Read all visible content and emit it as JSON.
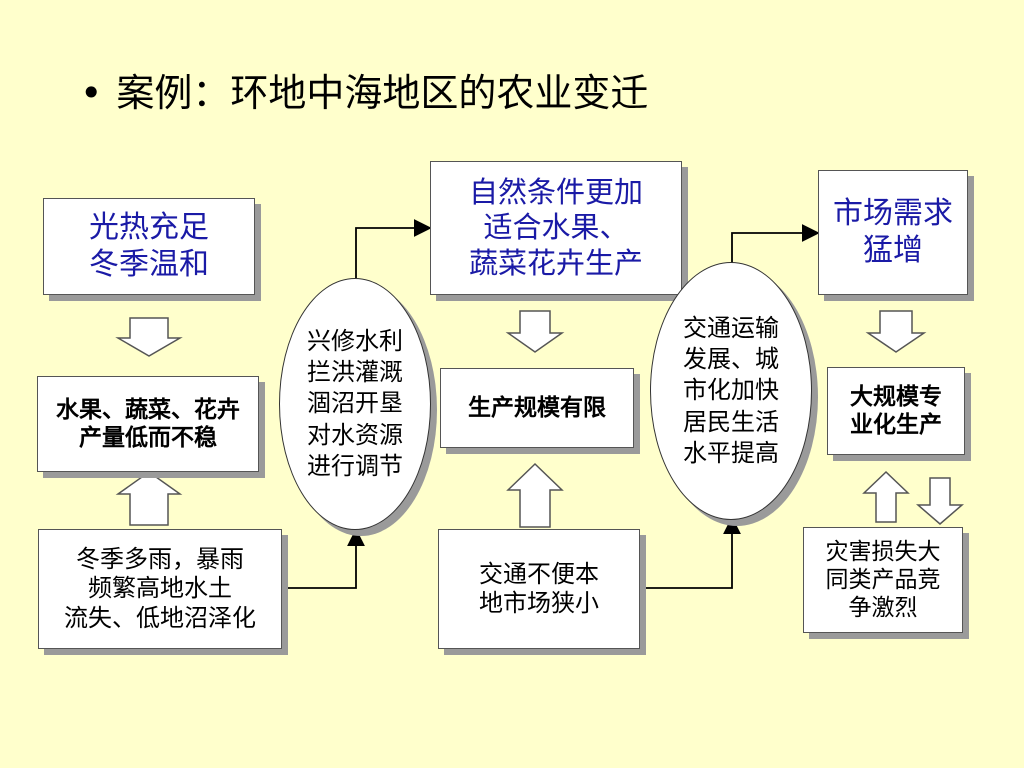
{
  "title": {
    "bullet": "•",
    "text": "案例：环地中海地区的农业变迁"
  },
  "nodes": {
    "guangre": "光热充足\n冬季温和",
    "shuiguo": "水果、蔬菜、花卉\n产量低而不稳",
    "dongji": "冬季多雨，暴雨\n频繁高地水土\n流失、低地沼泽化",
    "xingxiu": "兴修水利\n拦洪灌溉\n涸沼开垦\n对水资源\n进行调节",
    "ziran": "自然条件更加\n适合水果、\n蔬菜花卉生产",
    "shengchan": "生产规模有限",
    "jiaotong_bubian": "交通不便本\n地市场狭小",
    "jiaotong_yunshu": "交通运输\n发展、城\n市化加快\n居民生活\n水平提高",
    "shichang": "市场需求\n猛增",
    "daguimo": "大规模专\n业化生产",
    "zaihai": "灾害损失大\n同类产品竞\n争激烈"
  }
}
